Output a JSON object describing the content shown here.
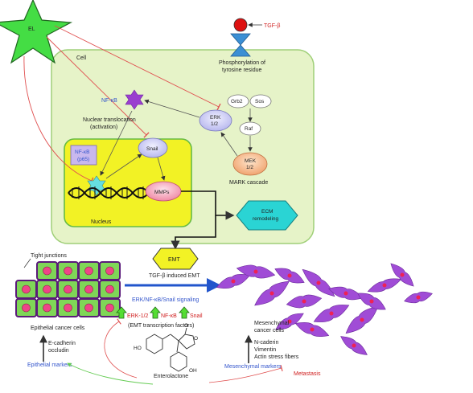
{
  "labels": {
    "el": "EL",
    "cell": "Cell",
    "tgfb": "TGF-β",
    "phospho_line1": "Phosphorylation of",
    "phospho_line2": "tyrosine residue",
    "grb2": "Grb2",
    "sos": "Sos",
    "raf": "Raf",
    "mek_line1": "MEK",
    "mek_line2": "1/2",
    "mark_cascade": "MARK cascade",
    "erk_line1": "ERK",
    "erk_line2": "1/2",
    "nfkb": "NF-κB",
    "nuclear_line1": "Nuclear translocation",
    "nuclear_line2": "(activation)",
    "nfkb_box_line1": "NF-κB",
    "nfkb_box_line2": "(p65)",
    "snail": "Snail",
    "mmps": "MMPs",
    "nucleus": "Nucleus",
    "ecm_line1": "ECM",
    "ecm_line2": "remodeling",
    "emt": "EMT",
    "tgf_induced_emt": "TGF-β induced EMT",
    "tight_junctions": "Tight junctions",
    "epithelial_cancer_cells": "Epithelial cancer cells",
    "ecadherin": "E-cadherin",
    "occludin": "occludin",
    "epithelial_markers": "Epithelial markers",
    "signaling": "ERK/NF-κB/Snail signaling",
    "erk12": "ERK-1/2",
    "nfkb2": "NF-κB",
    "snail2": "Snail",
    "emt_tf": "(EMT transcription factors)",
    "enterolactone": "Enterolactone",
    "ho1": "HO",
    "oh": "OH",
    "o_carbonyl": "O",
    "o_ring": "O",
    "mes_line1": "Mesenchymal",
    "mes_line2": "cancer cells",
    "ncadherin": "N-caderin",
    "vimentin": "Vimentin",
    "actin": "Actin stress fibers",
    "mesenchymal_markers": "Mesenchymal markers",
    "metastasis": "Metastasis"
  },
  "colors": {
    "cell_fill": "#e6f3c8",
    "nucleus_fill": "#f2f225",
    "inhibit_red": "#e05050",
    "arrow_dark": "#333333",
    "activate_green": "#2a8a2a",
    "blue_arrow": "#2255cc",
    "mesenchymal_purple": "#a04cd6",
    "epithelial_border": "#5a1a7a"
  }
}
